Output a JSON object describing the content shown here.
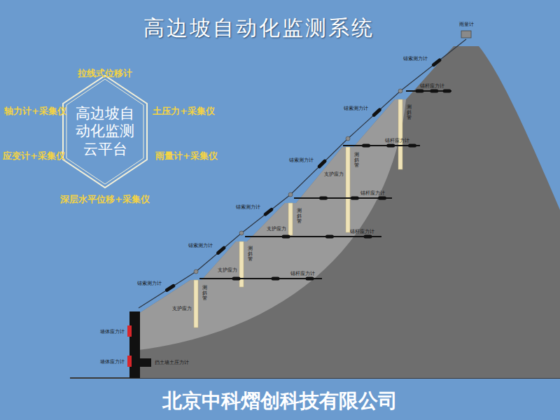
{
  "diagram": {
    "title": "高边坡自动化监测系统",
    "caption": "北京中科熠创科技有限公司",
    "nodes": [
      {
        "text": [
          "高边坡自动化监测云平台"
        ]
      }
    ],
    "labels": [
      "拉线式位移计",
      "轴力计+采集仪",
      "土压力+采集仪",
      "应变计+采集仪",
      "雨量计+采集仪",
      "深层水平位移+采集仪",
      "雨量计",
      "锚索测力计",
      "锚索测力计",
      "锚索测力计",
      "锚索测力计",
      "锚索测力计",
      "锚索测力计",
      "锚杆应力计",
      "锚杆应力计",
      "锚杆应力计",
      "锚杆应力计",
      "锚杆应力计",
      "支护应力",
      "支护应力",
      "支护应力",
      "支护应力",
      "测斜管",
      "测斜管",
      "测斜管",
      "测斜管",
      "测斜管",
      "墙体应力计",
      "墙体应力计",
      "挡土墙土压力计"
    ]
  }
}
